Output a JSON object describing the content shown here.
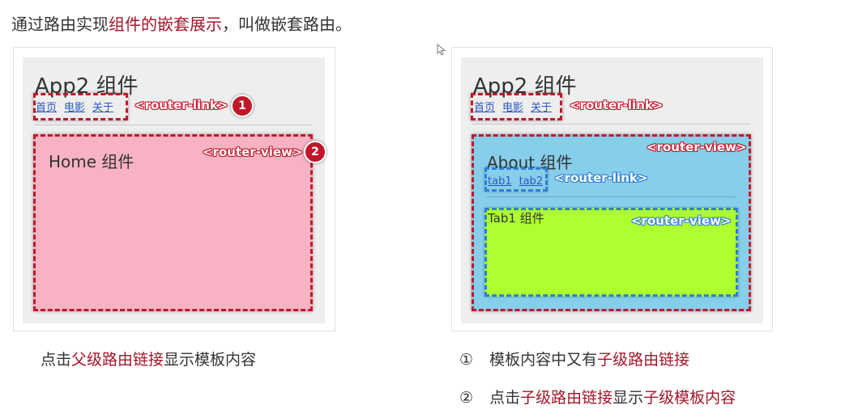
{
  "intro": {
    "part1": "通过路由实现",
    "highlight": "组件的嵌套展示",
    "part2": "，叫做嵌套路由。"
  },
  "left_demo": {
    "app_title": "App2 组件",
    "nav_links": [
      "首页",
      "电影",
      "关于"
    ],
    "router_link_tag": "<router-link>",
    "badge1": "1",
    "router_view_tag": "<router-view>",
    "badge2": "2",
    "view_content": "Home 组件",
    "view_bg": "#f7b2c4"
  },
  "right_demo": {
    "app_title": "App2 组件",
    "nav_links": [
      "首页",
      "电影",
      "关于"
    ],
    "router_link_tag": "<router-link>",
    "router_view_tag": "<router-view>",
    "view_content": "About 组件",
    "view_bg": "#87ceea",
    "sub_links": [
      "tab1",
      "tab2"
    ],
    "sub_router_link_tag": "<router-link>",
    "sub_view_content": "Tab1 组件",
    "sub_router_view_tag": "<router-view>",
    "sub_view_bg": "#adff2f"
  },
  "captions": {
    "left": {
      "part1": "点击",
      "highlight": "父级路由链接",
      "part2": "显示模板内容"
    },
    "right1": {
      "num": "①",
      "part1": "模板内容中又有",
      "highlight": "子级路由链接"
    },
    "right2": {
      "num": "②",
      "part1": "点击",
      "highlight1": "子级路由链接",
      "part2": "显示",
      "highlight2": "子级模板内容"
    }
  },
  "colors": {
    "accent_red": "#c0182a",
    "accent_blue": "#2f7fd8",
    "link": "#2a56c6"
  }
}
